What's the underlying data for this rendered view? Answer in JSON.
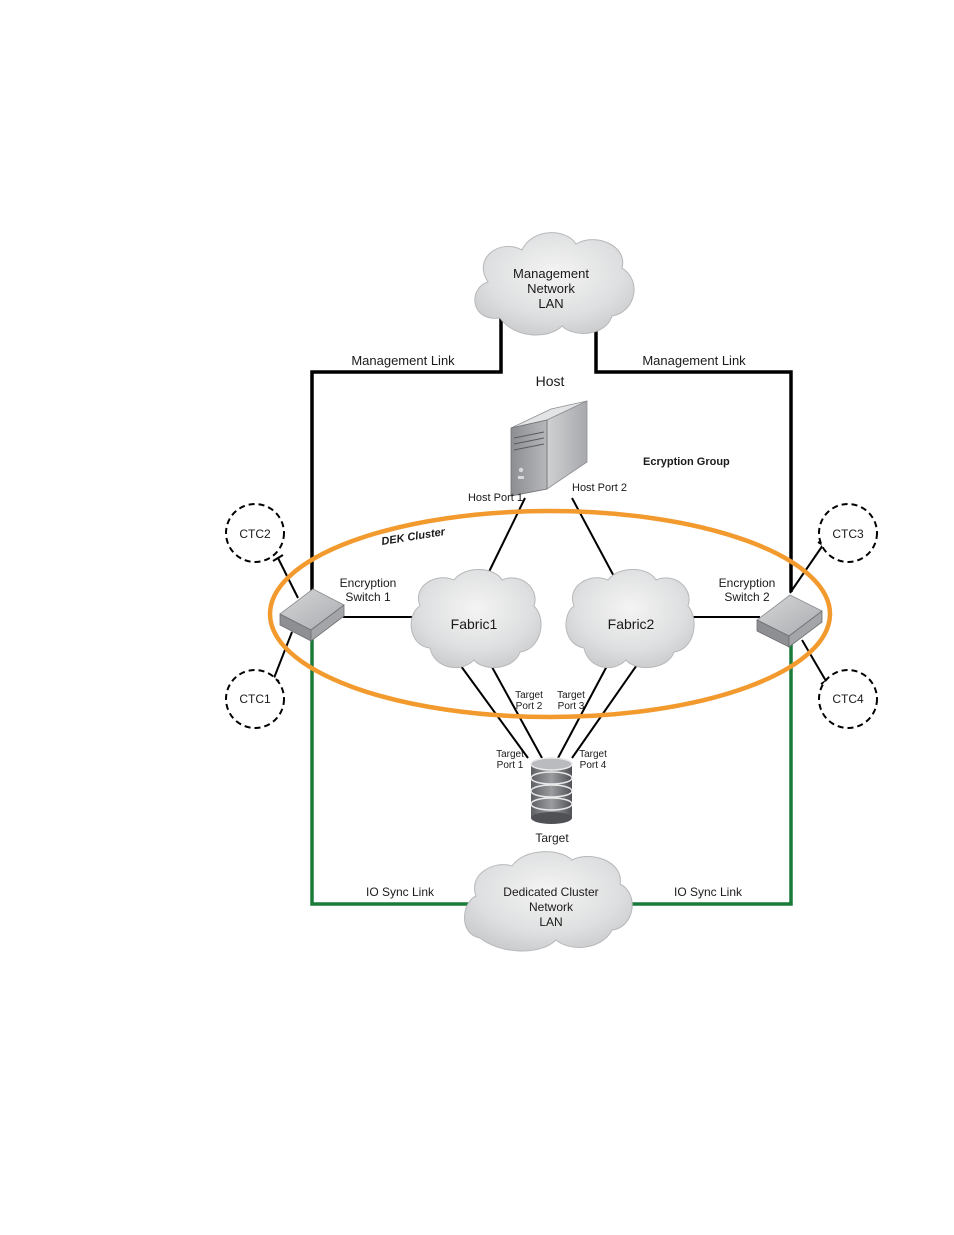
{
  "clouds": {
    "management": {
      "line1": "Management",
      "line2": "Network",
      "line3": "LAN"
    },
    "dedicated": {
      "line1": "Dedicated Cluster",
      "line2": "Network",
      "line3": "LAN"
    },
    "fabric1": "Fabric1",
    "fabric2": "Fabric2"
  },
  "links": {
    "mgmt_left": "Management Link",
    "mgmt_right": "Management Link",
    "io_left": "IO Sync Link",
    "io_right": "IO Sync Link"
  },
  "host": {
    "label": "Host",
    "port1": "Host Port 1",
    "port2": "Host Port 2"
  },
  "group_label": "Ecryption Group",
  "cluster_label": "DEK Cluster",
  "switches": {
    "sw1": {
      "line1": "Encryption",
      "line2": "Switch 1"
    },
    "sw2": {
      "line1": "Encryption",
      "line2": "Switch 2"
    }
  },
  "ctc": {
    "ctc1": "CTC1",
    "ctc2": "CTC2",
    "ctc3": "CTC3",
    "ctc4": "CTC4"
  },
  "target": {
    "label": "Target",
    "word": "Target",
    "port1": "Port 1",
    "port2": "Port 2",
    "port3": "Port 3",
    "port4": "Port 4"
  },
  "colors": {
    "mgmt_link": "#000000",
    "io_sync_link": "#1a7a3a",
    "cluster_ellipse": "#f29a2e",
    "cloud_fill": "#d9dadb"
  }
}
